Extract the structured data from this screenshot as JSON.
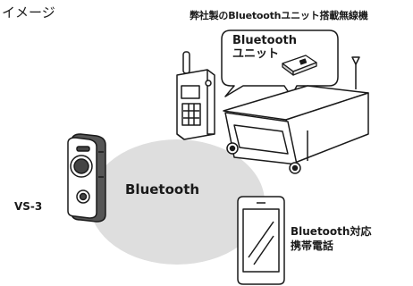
{
  "header": {
    "title": "イメージ"
  },
  "radio": {
    "label": "弊社製のBluetoothユニット搭載無線機",
    "bubble_line1": "Bluetooth",
    "bubble_line2": "ユニット"
  },
  "zone": {
    "label": "Bluetooth"
  },
  "device_left": {
    "label": "VS-3"
  },
  "device_right": {
    "line1": "Bluetooth対応",
    "line2": "携帯電話"
  },
  "colors": {
    "zone_fill": "#dedede",
    "line": "#1a1a1a",
    "background": "#ffffff"
  }
}
